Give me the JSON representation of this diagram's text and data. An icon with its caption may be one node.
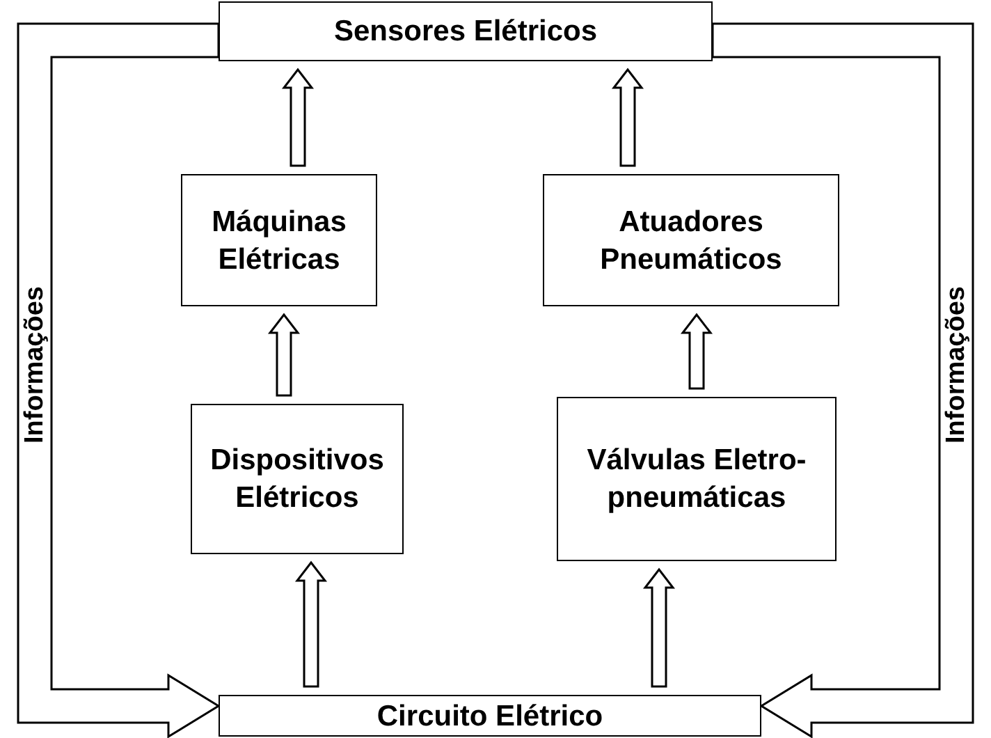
{
  "diagram": {
    "nodes": [
      {
        "text": [
          "Sensores Elétricos"
        ]
      },
      {
        "text": [
          "Máquinas Elétricas"
        ]
      },
      {
        "text": [
          "Atuadores Pneumáticos"
        ]
      },
      {
        "text": [
          "Dispositivos Elétricos"
        ]
      },
      {
        "text": [
          "Válvulas Eletro- pneumáticas"
        ]
      },
      {
        "text": [
          "Circuito Elétrico"
        ]
      }
    ],
    "edges": [
      {
        "from": 5,
        "to": 3,
        "arrow": "to"
      },
      {
        "from": 3,
        "to": 1,
        "arrow": "to"
      },
      {
        "from": 1,
        "to": 0,
        "arrow": "to"
      },
      {
        "from": 5,
        "to": 4,
        "arrow": "to"
      },
      {
        "from": 4,
        "to": 2,
        "arrow": "to"
      },
      {
        "from": 2,
        "to": 0,
        "arrow": "to"
      },
      {
        "from": 0,
        "to": 5,
        "arrow": "to",
        "label": "Informações"
      },
      {
        "from": 0,
        "to": 5,
        "arrow": "to",
        "label": "Informações"
      }
    ]
  }
}
